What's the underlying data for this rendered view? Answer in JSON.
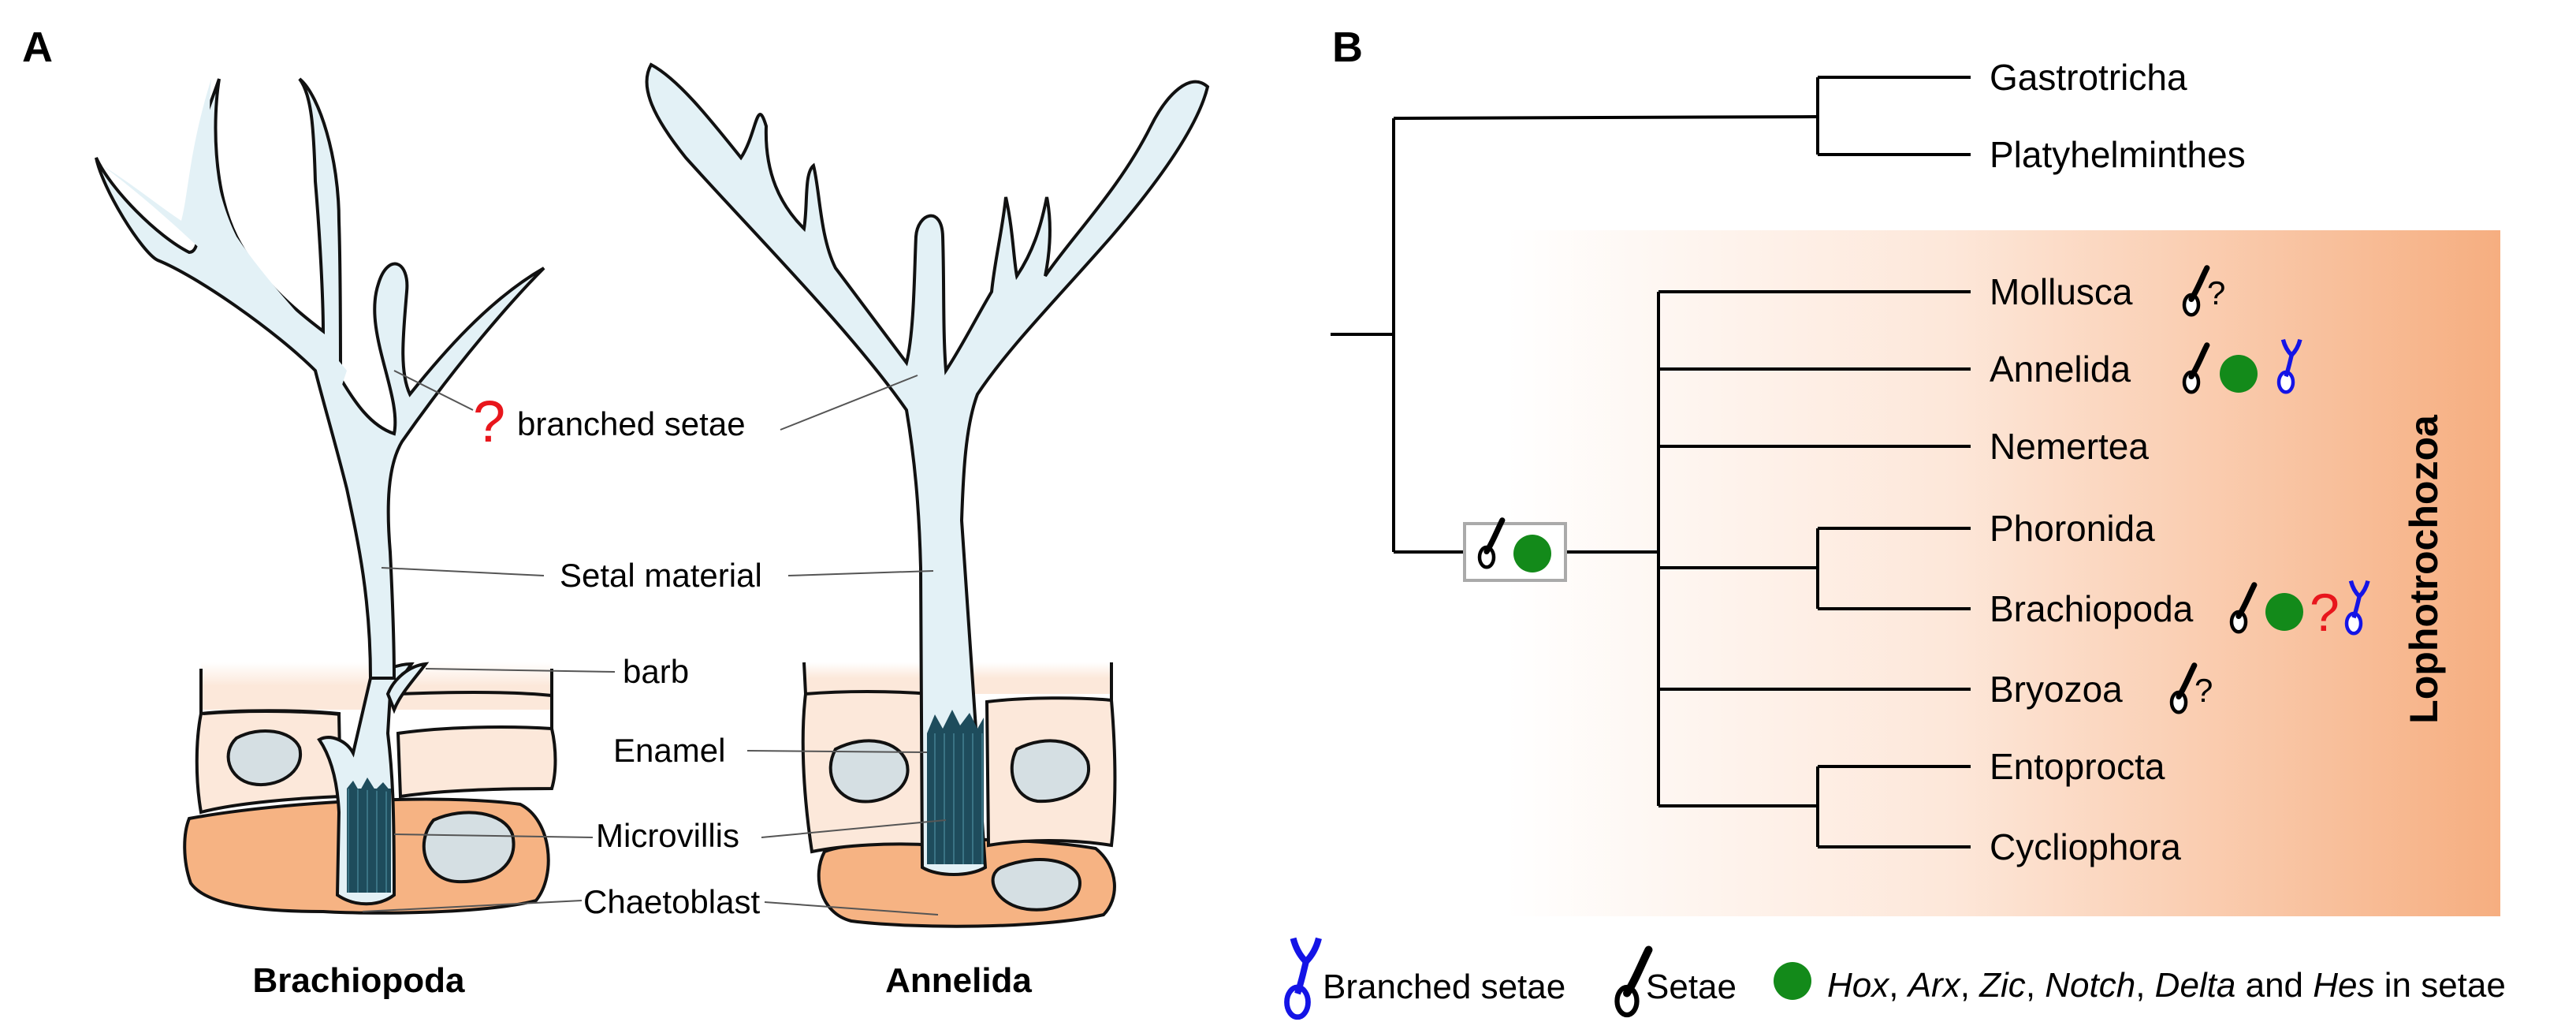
{
  "panel_a": {
    "letter": "A",
    "labels": {
      "question": "?",
      "branched_setae": "branched setae",
      "setal_material": "Setal material",
      "barb": "barb",
      "enamel": "Enamel",
      "microvillis": "Microvillis",
      "chaetoblast": "Chaetoblast"
    },
    "taxa": {
      "left": "Brachiopoda",
      "right": "Annelida"
    }
  },
  "panel_b": {
    "letter": "B",
    "outgroup": [
      "Gastrotricha",
      "Platyhelminthes"
    ],
    "clade_label": "Lophotrochozoa",
    "taxa": [
      {
        "name": "Mollusca",
        "markers": "setae?"
      },
      {
        "name": "Annelida",
        "markers": "setae, dot, branched"
      },
      {
        "name": "Nemertea",
        "markers": ""
      },
      {
        "name": "Phoronida",
        "markers": ""
      },
      {
        "name": "Brachiopoda",
        "markers": "setae, dot, red-question, branched"
      },
      {
        "name": "Bryozoa",
        "markers": "setae?"
      },
      {
        "name": "Entoprocta",
        "markers": ""
      },
      {
        "name": "Cycliophora",
        "markers": ""
      }
    ],
    "small_question": "?",
    "red_question": "?"
  },
  "legend": {
    "branched_setae": "Branched setae",
    "setae": "Setae",
    "genes": [
      "Hox",
      "Arx",
      "Zic",
      "Notch",
      "Delta",
      "Hes"
    ],
    "sep1": ", ",
    "sep_and": " and ",
    "suffix": " in setae"
  },
  "colors": {
    "setal_fill": "#e3f1f6",
    "enamel_fill": "#fbe4d3",
    "chaetoblast_fill": "#f6b383",
    "nucleus_fill": "#d5dfe3",
    "microvilli": "#1e4c5c",
    "shade_orange": "#f5b58a",
    "green": "#138a1a",
    "blue": "#1414e6",
    "red": "#e8161c"
  }
}
